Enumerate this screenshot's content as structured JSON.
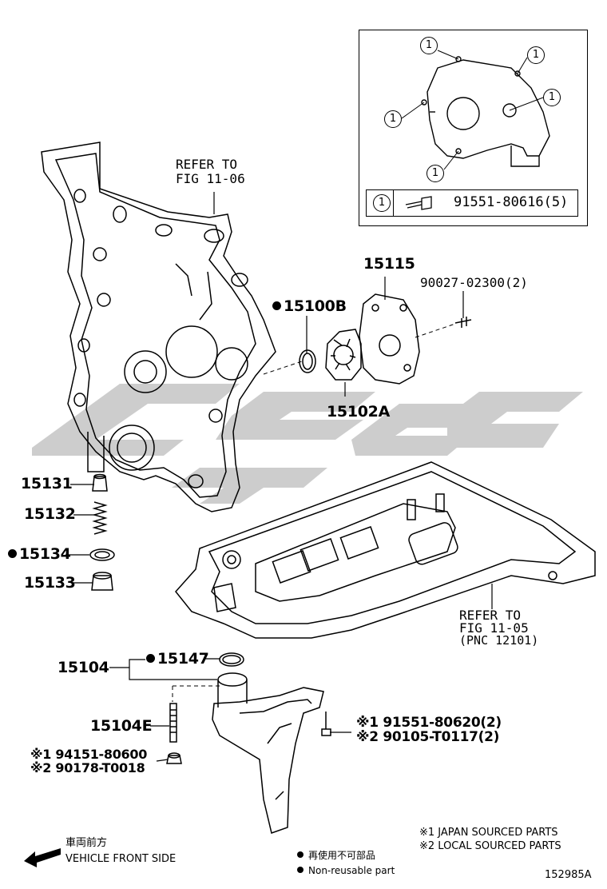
{
  "inset": {
    "callout": "1",
    "part_number": "91551-80616(5)"
  },
  "labels": {
    "refer_top_1": "REFER TO",
    "refer_top_2": "FIG 11-06",
    "p15115": "15115",
    "p90027": "90027-02300(2)",
    "p15100B": "15100B",
    "p15102A": "15102A",
    "p15131": "15131",
    "p15132": "15132",
    "p15134": "15134",
    "p15133": "15133",
    "refer_pan_1": "REFER TO",
    "refer_pan_2": "FIG 11-05",
    "refer_pan_3": "(PNC 12101)",
    "p15104": "15104",
    "p15147": "15147",
    "p15104E": "15104E",
    "bolt_1": "※1 91551-80620(2)",
    "bolt_2": "※2 90105-T0117(2)",
    "nut_1": "※1 94151-80600",
    "nut_2": "※2 90178-T0018",
    "front_jp": "車両前方",
    "front_en": "VEHICLE FRONT SIDE",
    "nonreuse_jp": "再使用不可部品",
    "nonreuse_en": "Non-reusable part",
    "legend_1": "※1 JAPAN SOURCED PARTS",
    "legend_2": "※2 LOCAL SOURCED PARTS",
    "figure_id": "152985A"
  },
  "colors": {
    "line": "#000000",
    "watermark": "#cfcfcf"
  }
}
